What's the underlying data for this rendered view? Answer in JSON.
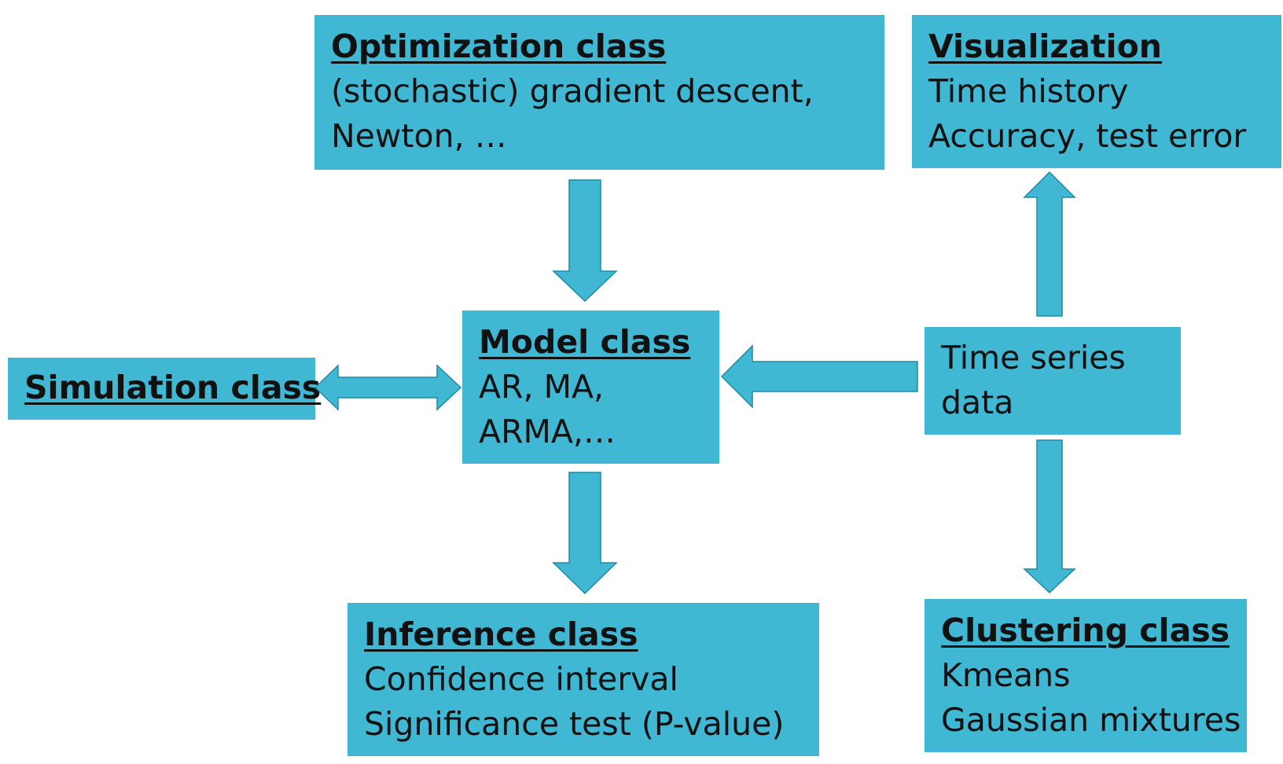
{
  "colors": {
    "box_fill": "#40b8d4",
    "arrow_fill": "#40b8d4",
    "arrow_stroke": "#1f8aa3",
    "text": "#111111"
  },
  "boxes": {
    "optimization": {
      "title": "Optimization class",
      "lines": [
        "(stochastic) gradient descent,",
        "Newton, …"
      ]
    },
    "visualization": {
      "title": "Visualization",
      "lines": [
        "Time history",
        "Accuracy, test error"
      ]
    },
    "model": {
      "title": "Model class",
      "lines": [
        "AR, MA,",
        "ARMA,…"
      ]
    },
    "simulation": {
      "title": "Simulation class"
    },
    "timeseries": {
      "lines": [
        "Time series",
        "data"
      ]
    },
    "inference": {
      "title": "Inference class",
      "lines": [
        "Confidence interval",
        "Significance test (P-value)"
      ]
    },
    "clustering": {
      "title": "Clustering class",
      "lines": [
        "Kmeans",
        "Gaussian mixtures"
      ]
    }
  }
}
